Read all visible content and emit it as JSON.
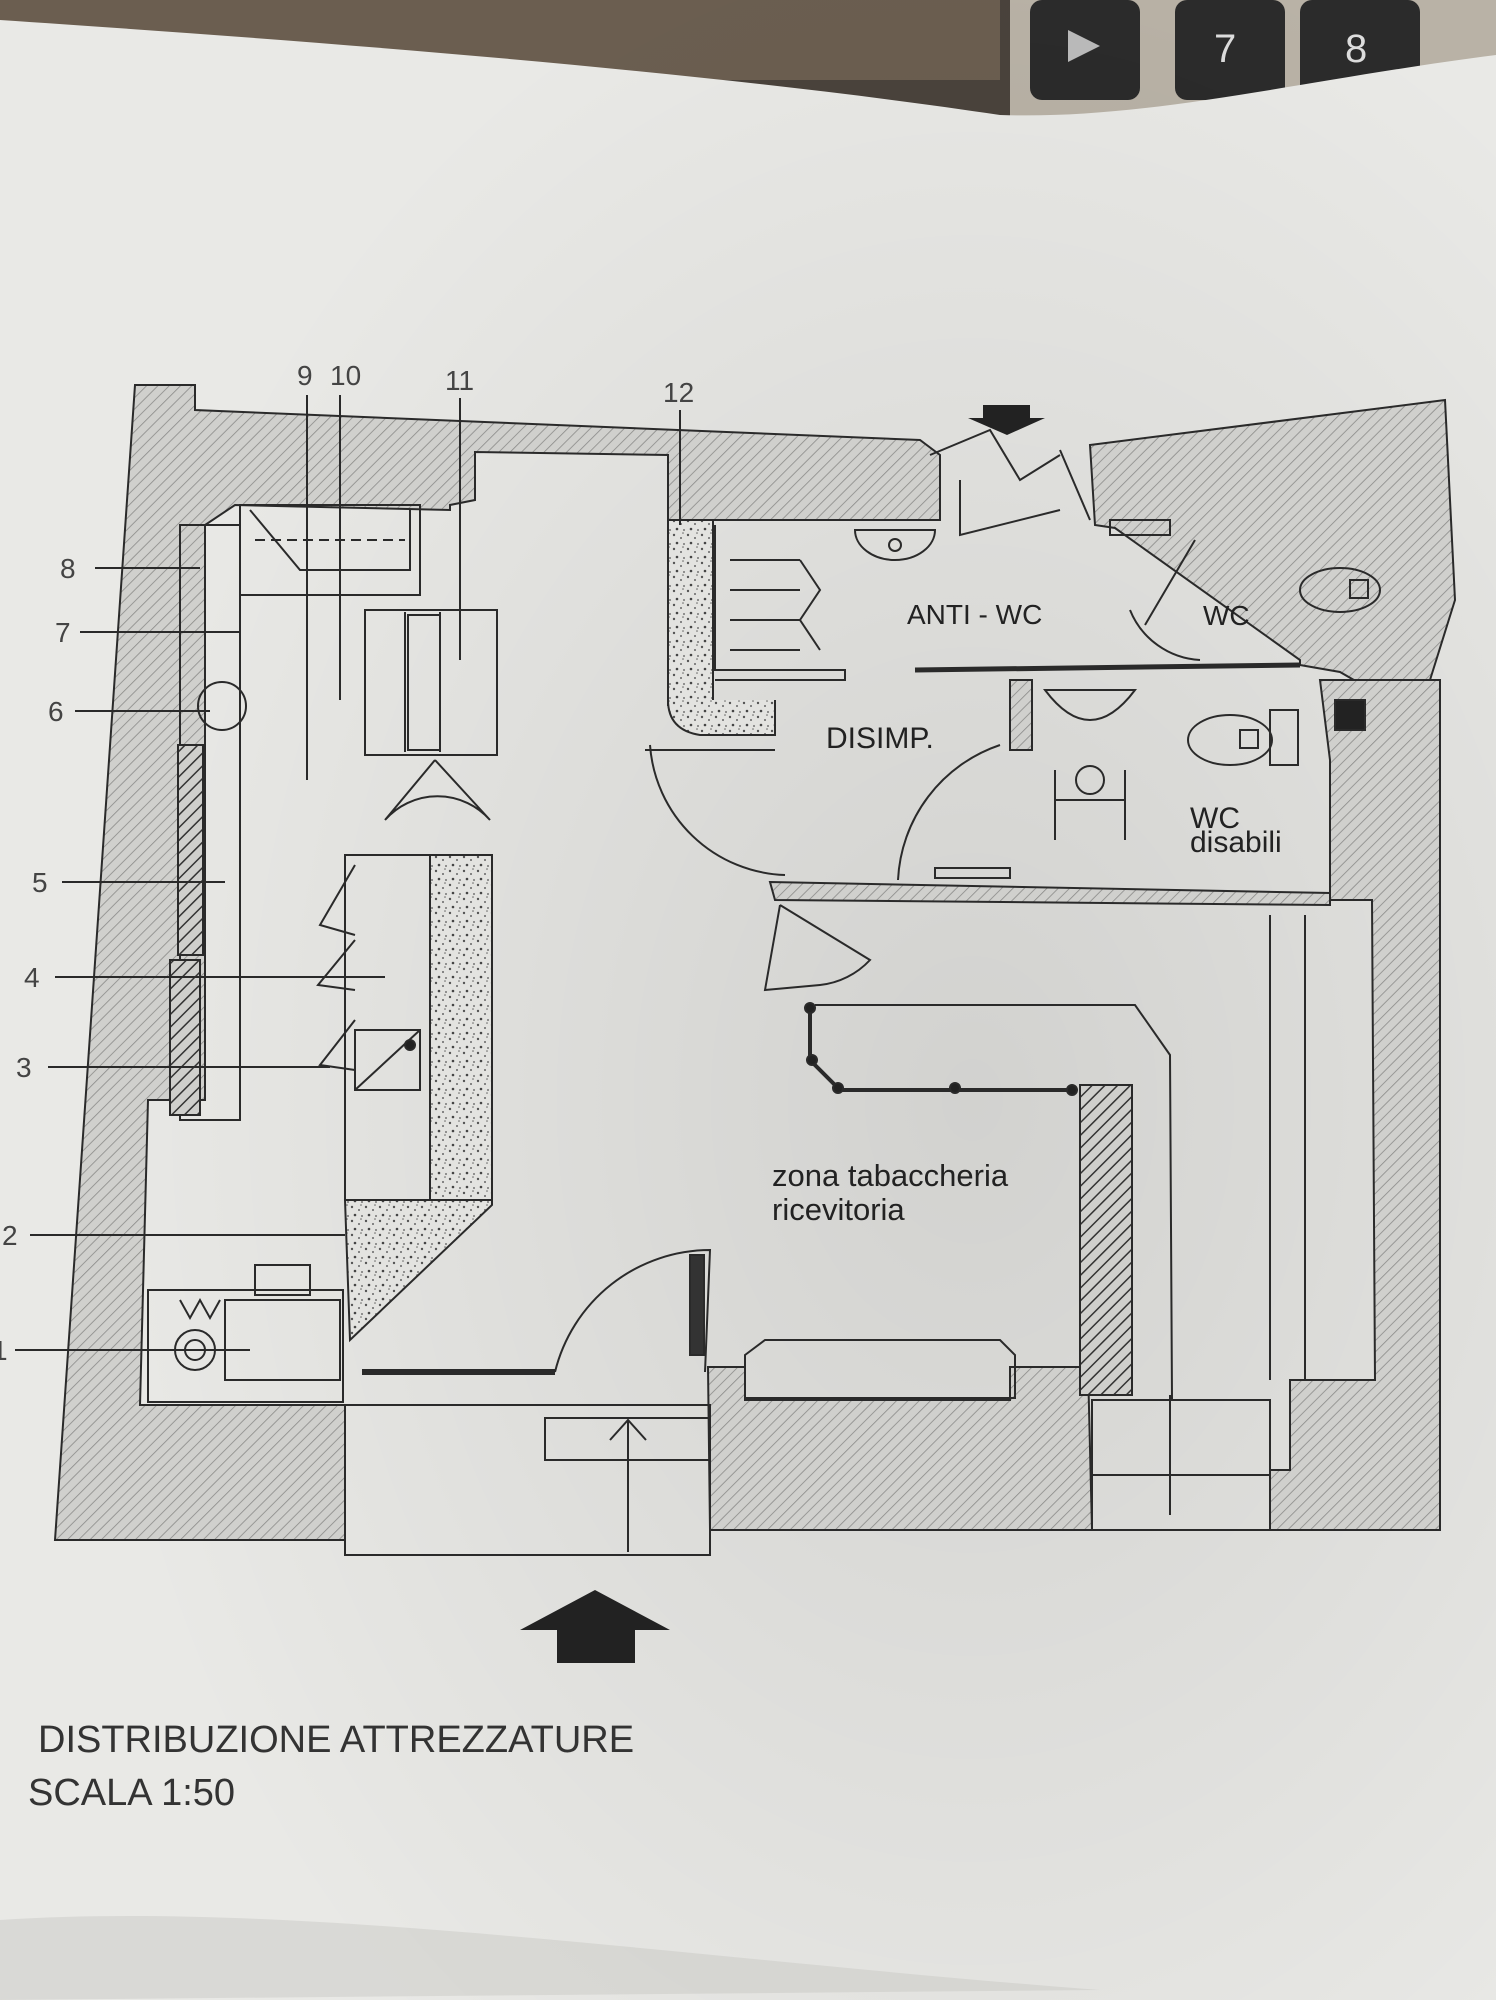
{
  "rooms": {
    "anti_wc": "ANTI - WC",
    "wc": "WC",
    "disimp": "DISIMP.",
    "wc_disabili_line1": "WC",
    "wc_disabili_line2": "disabili",
    "zona_line1": "zona tabaccheria",
    "zona_line2": "ricevitoria"
  },
  "callouts_left": [
    "8",
    "7",
    "6",
    "5",
    "4",
    "3",
    "2",
    "1"
  ],
  "callouts_top": [
    "9",
    "10",
    "11",
    "12"
  ],
  "title": {
    "line1": "DISTRIBUZIONE  ATTREZZATURE",
    "line2": "SCALA 1:50"
  },
  "keyboard": {
    "key_play": "play-icon",
    "key_7": "7",
    "key_8": "8"
  },
  "colors": {
    "paper": "#e9e9e6",
    "wall_fill": "#c9c9c6",
    "line": "#2a2a2a",
    "desk": "#3a3530"
  }
}
